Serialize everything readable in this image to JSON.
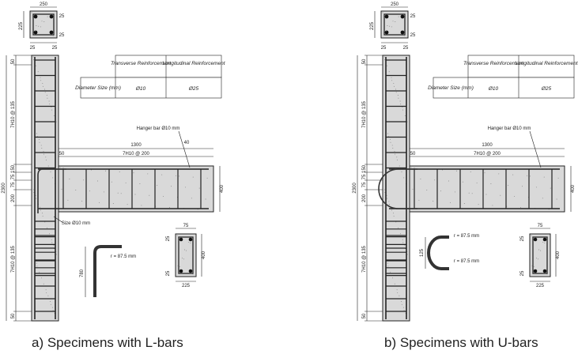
{
  "palette": {
    "concrete": "#d9d9d9",
    "line": "#222222",
    "bar": "#333333",
    "background": "#ffffff"
  },
  "left": {
    "caption": "a)   Specimens with L-bars",
    "col_section": {
      "width": "250",
      "height": "225",
      "cover_right_top": "25",
      "cover_right_bottom": "25",
      "cover_bottom_left": "25",
      "cover_bottom_right": "25"
    },
    "table": {
      "header_transverse": "Transverse Reinforcement",
      "header_longitudinal": "Longitudinal Reinforcement",
      "row_label": "Diameter Size (mm)",
      "transverse_value": "Ø10",
      "longitudinal_value": "Ø25"
    },
    "column_dims": {
      "total": "2300",
      "top_end": "50",
      "top_stirrups": "7H10 @ 135",
      "j1": "150",
      "j2": "75",
      "j3": "75",
      "j4": "200",
      "bottom_stirrups": "7H10 @ 135",
      "bottom_end": "50"
    },
    "beam": {
      "length": "1300",
      "start": "50",
      "end": "40",
      "stirrups": "7H10 @ 200",
      "depth": "400",
      "hanger_label": "Hanger bar Ø10 mm",
      "size_label": "Size Ø10 mm"
    },
    "bar_detail": {
      "leg": "780",
      "radius": "r = 87.5 mm"
    },
    "beam_section": {
      "width_top": "75",
      "height": "400",
      "cover_top": "25",
      "cover_bottom": "25",
      "width_bottom": "225"
    }
  },
  "right": {
    "caption": "b)   Specimens with U-bars",
    "col_section": {
      "width": "250",
      "height": "225",
      "cover_right_top": "25",
      "cover_right_bottom": "25",
      "cover_bottom_left": "25",
      "cover_bottom_right": "25"
    },
    "table": {
      "header_transverse": "Transverse Reinforcement",
      "header_longitudinal": "Longitudinal Reinforcement",
      "row_label": "Diameter Size (mm)",
      "transverse_value": "Ø10",
      "longitudinal_value": "Ø25"
    },
    "column_dims": {
      "total": "2300",
      "top_end": "50",
      "top_stirrups": "7H10 @ 135",
      "j1": "150",
      "j2": "75",
      "j3": "75",
      "j4": "200",
      "bottom_stirrups": "7H10 @ 135",
      "bottom_end": "50"
    },
    "beam": {
      "length": "1300",
      "start": "50",
      "stirrups": "7H10 @ 200",
      "depth": "400",
      "hanger_label": "Hanger bar Ø10 mm"
    },
    "bar_detail": {
      "leg": "125",
      "radius1": "r = 87.5 mm",
      "radius2": "r = 87.5 mm"
    },
    "beam_section": {
      "width_top": "75",
      "height": "400",
      "cover_top": "25",
      "cover_bottom": "25",
      "width_bottom": "225"
    }
  }
}
